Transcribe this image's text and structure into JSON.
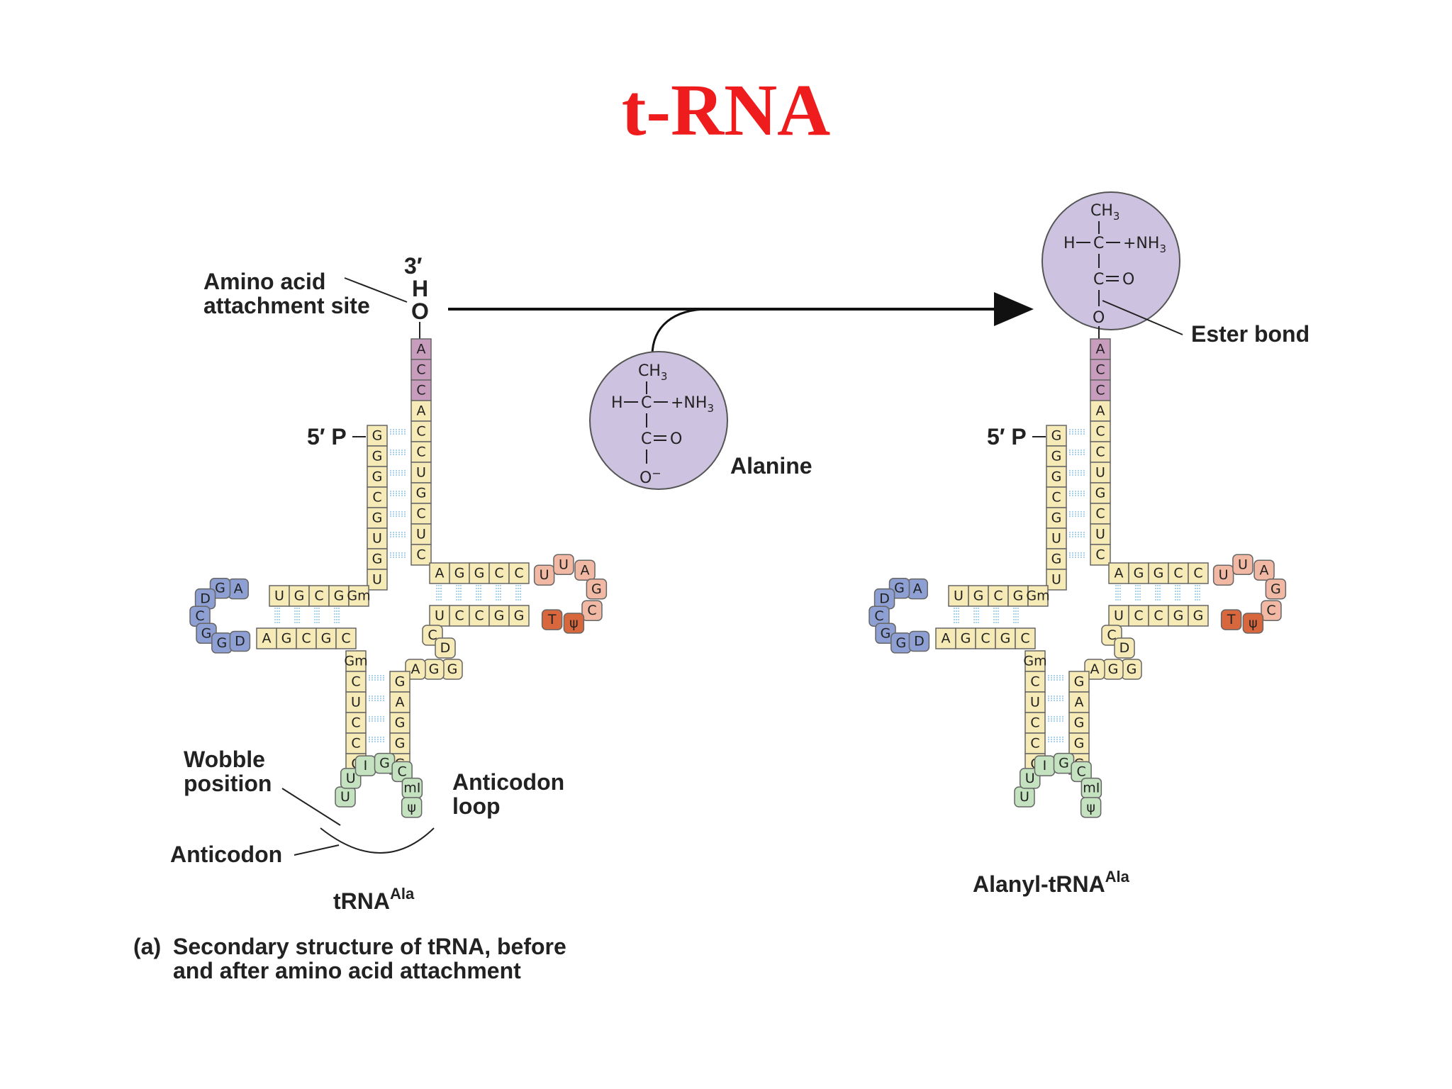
{
  "title": "t-RNA",
  "colors": {
    "title": "#ee1c1c",
    "stem": "#f6eab6",
    "acceptor": "#c79cbc",
    "d_loop": "#8e9fd3",
    "t_loop": "#f1b8a4",
    "tpsi": "#d8673e",
    "anticodon": "#c5e2c0",
    "molecule": "#cdc3e0",
    "pairing": "#8fc6e6",
    "arrow": "#111111"
  },
  "left_molecule": {
    "three_prime": "3′",
    "hydroxyl_h": "H",
    "hydroxyl_o": "O",
    "five_prime": "5′ P",
    "amino_acid_site": [
      "Amino acid",
      "attachment site"
    ],
    "wobble": [
      "Wobble",
      "position"
    ],
    "anticodon": "Anticodon",
    "anticodon_loop": [
      "Anticodon",
      "loop"
    ],
    "name": "tRNA",
    "name_sup": "Ala"
  },
  "caption": {
    "tag": "(a)",
    "lines": [
      "Secondary structure of tRNA, before",
      "and after amino acid attachment"
    ]
  },
  "alanine": {
    "ch3": "CH",
    "ch3_sub": "3",
    "h": "H",
    "c1": "C",
    "nh3": "+NH",
    "nh3_sub": "3",
    "c2": "C",
    "o_double": "O",
    "o_minus": "O",
    "o_charge": "−",
    "label": "Alanine"
  },
  "right_molecule": {
    "ester_bond": "Ester bond",
    "o_link": "O",
    "name": "Alanyl-tRNA",
    "name_sup": "Ala"
  },
  "sequence": {
    "acceptor_3": [
      "A",
      "C",
      "C",
      "A",
      "C",
      "C",
      "U",
      "G",
      "C",
      "U",
      "C"
    ],
    "acceptor_5": [
      "G",
      "G",
      "G",
      "C",
      "G",
      "U",
      "G",
      "U"
    ],
    "d_stem_top": [
      "U",
      "G",
      "C",
      "G",
      "Gm"
    ],
    "d_loop": [
      "A",
      "G",
      "D",
      "C",
      "G",
      "G",
      "D"
    ],
    "d_stem_bottom": [
      "A",
      "G",
      "C",
      "G",
      "C"
    ],
    "t_stem_top": [
      "A",
      "G",
      "G",
      "C",
      "C"
    ],
    "t_loop": [
      "U",
      "U",
      "A",
      "G",
      "C",
      "ψ",
      "T"
    ],
    "t_stem_bottom": [
      "U",
      "C",
      "C",
      "G",
      "G"
    ],
    "variable": [
      "C",
      "D",
      "G",
      "G",
      "A"
    ],
    "anticodon_stem_left": [
      "Gm",
      "C",
      "U",
      "C",
      "C",
      "C"
    ],
    "anticodon_stem_right": [
      "G",
      "A",
      "G",
      "G",
      "G"
    ],
    "anticodon_loop": [
      "U",
      "U",
      "I",
      "G",
      "C",
      "mI",
      "ψ"
    ]
  }
}
